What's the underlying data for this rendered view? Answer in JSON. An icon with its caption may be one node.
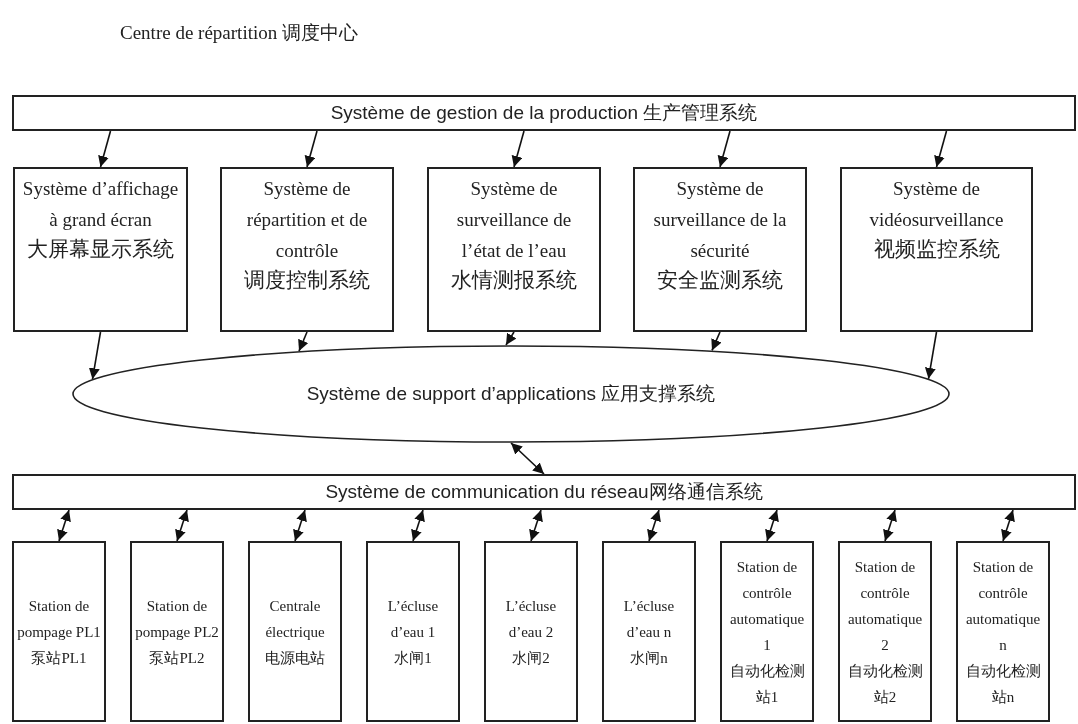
{
  "diagram": {
    "title": "Centre de répartition 调度中心",
    "nodes": [
      {
        "text": [
          "Système de gestion de la production 生产管理系统"
        ]
      },
      {
        "text": [
          "Système d’affichage à grand écran",
          "大屏幕显示系统"
        ]
      },
      {
        "text": [
          "Système de répartition et de contrôle",
          "调度控制系统"
        ]
      },
      {
        "text": [
          "Système de surveillance de l’état de l’eau",
          "水情测报系统"
        ]
      },
      {
        "text": [
          "Système de surveillance de la sécurité",
          "安全监测系统"
        ]
      },
      {
        "text": [
          "Système de vidéosurveillance",
          "视频监控系统"
        ]
      },
      {
        "text": [
          "Système de support d’applications 应用支撑系统"
        ]
      },
      {
        "text": [
          "Système de communication du réseau网络通信系统"
        ]
      },
      {
        "text": [
          "Station de pompage PL1",
          "泵站PL1"
        ]
      },
      {
        "text": [
          "Station de pompage PL2",
          "泵站PL2"
        ]
      },
      {
        "text": [
          "Centrale électrique",
          "电源电站"
        ]
      },
      {
        "text": [
          "L’écluse d’eau 1",
          "水闸1"
        ]
      },
      {
        "text": [
          "L’écluse d’eau 2",
          "水闸2"
        ]
      },
      {
        "text": [
          "L’écluse d’eau n",
          "水闸n"
        ]
      },
      {
        "text": [
          "Station de contrôle automatique 1",
          "自动化检测站1"
        ]
      },
      {
        "text": [
          "Station de contrôle automatique 2",
          "自动化检测站2"
        ]
      },
      {
        "text": [
          "Station de contrôle automatique n",
          "自动化检测站n"
        ]
      }
    ],
    "edges": [
      {
        "from": 0,
        "to": 1,
        "arrow": "to"
      },
      {
        "from": 0,
        "to": 2,
        "arrow": "to"
      },
      {
        "from": 0,
        "to": 3,
        "arrow": "to"
      },
      {
        "from": 0,
        "to": 4,
        "arrow": "to"
      },
      {
        "from": 0,
        "to": 5,
        "arrow": "to"
      },
      {
        "from": 1,
        "to": 6,
        "arrow": "to"
      },
      {
        "from": 2,
        "to": 6,
        "arrow": "to"
      },
      {
        "from": 3,
        "to": 6,
        "arrow": "to"
      },
      {
        "from": 4,
        "to": 6,
        "arrow": "to"
      },
      {
        "from": 5,
        "to": 6,
        "arrow": "to"
      },
      {
        "from": 6,
        "to": 7,
        "arrow": "both"
      },
      {
        "from": 7,
        "to": 8,
        "arrow": "both"
      },
      {
        "from": 7,
        "to": 9,
        "arrow": "both"
      },
      {
        "from": 7,
        "to": 10,
        "arrow": "both"
      },
      {
        "from": 7,
        "to": 11,
        "arrow": "both"
      },
      {
        "from": 7,
        "to": 12,
        "arrow": "both"
      },
      {
        "from": 7,
        "to": 13,
        "arrow": "both"
      },
      {
        "from": 7,
        "to": 14,
        "arrow": "both"
      },
      {
        "from": 7,
        "to": 15,
        "arrow": "both"
      },
      {
        "from": 7,
        "to": 16,
        "arrow": "both"
      }
    ]
  }
}
